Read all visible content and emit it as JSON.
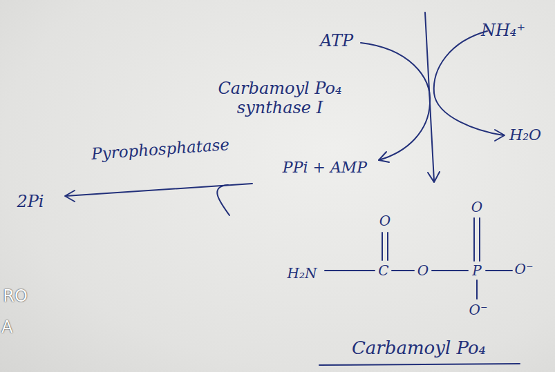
{
  "diagram": {
    "labels": [
      "ATP",
      "NH₄⁺",
      "Carbamoyl Po₄ synthase I",
      "H₂O",
      "Pyrophosphatase",
      "PPi + AMP",
      "2Pi",
      "O",
      "O",
      "H₂N",
      "C",
      "O",
      "P",
      "O⁻",
      "O⁻",
      "Carbamoyl Po₄",
      "RO",
      "A"
    ]
  }
}
